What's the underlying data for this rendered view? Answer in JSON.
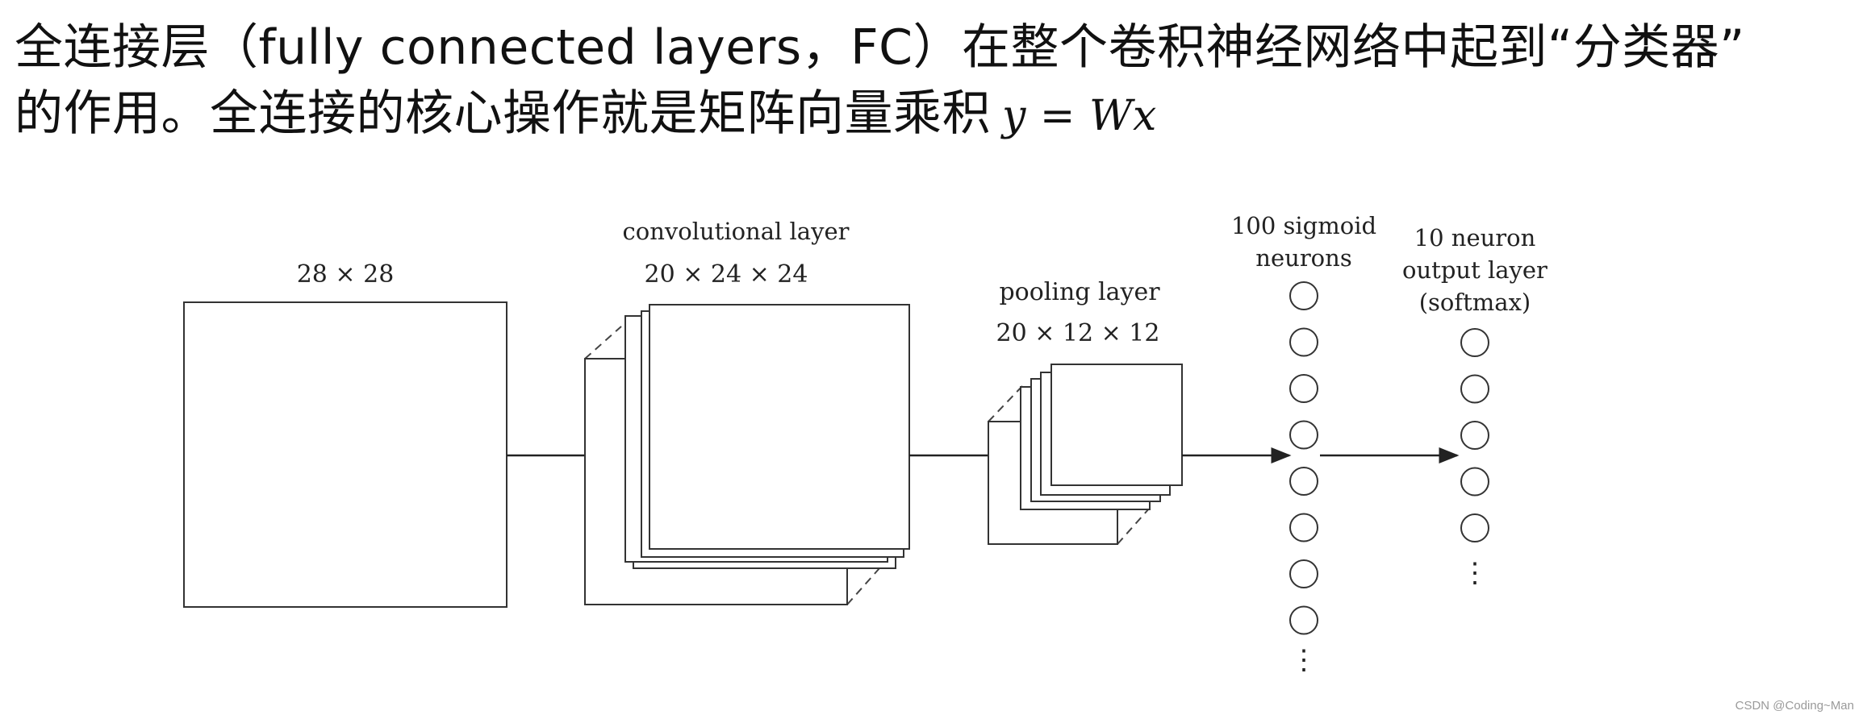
{
  "heading": {
    "line1": "全连接层（fully connected layers，FC）在整个卷积神经网络中起到“分类器”",
    "line2": "的作用。全连接的核心操作就是矩阵向量乘积",
    "formula": "y = Wx"
  },
  "diagram": {
    "input_label": "28 × 28",
    "conv_title": "convolutional layer",
    "conv_dims": "20 × 24 × 24",
    "pool_title": "pooling layer",
    "pool_dims": "20 × 12 × 12",
    "hidden_title_1": "100 sigmoid",
    "hidden_title_2": "neurons",
    "hidden_visible_neurons": 8,
    "output_title_1": "10 neuron",
    "output_title_2": "output layer",
    "output_title_3": "(softmax)",
    "output_visible_neurons": 5,
    "ellipsis": "⋮"
  },
  "watermark": "CSDN @Coding~Man"
}
